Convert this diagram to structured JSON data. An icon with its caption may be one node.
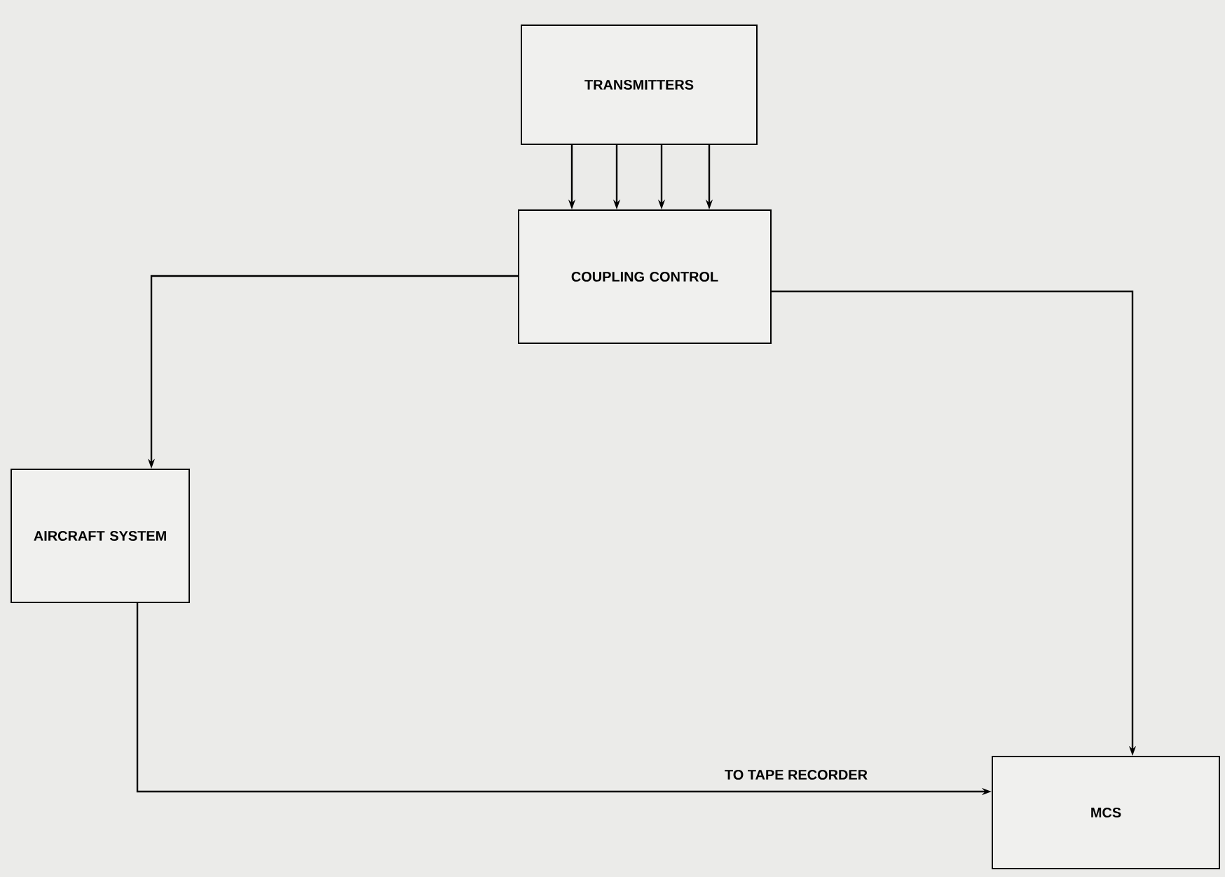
{
  "diagram": {
    "nodes": [
      {
        "text": [
          "TRANSMITTERS"
        ]
      },
      {
        "text": [
          "COUPLING CONTROL"
        ]
      },
      {
        "text": [
          "AIRCRAFT SYSTEM"
        ]
      },
      {
        "text": [
          "MCS"
        ]
      }
    ],
    "edges": [
      {
        "from": 0,
        "to": 1,
        "arrow": "to"
      },
      {
        "from": 0,
        "to": 1,
        "arrow": "to"
      },
      {
        "from": 0,
        "to": 1,
        "arrow": "to"
      },
      {
        "from": 0,
        "to": 1,
        "arrow": "to"
      },
      {
        "from": 1,
        "to": 2,
        "arrow": "to"
      },
      {
        "from": 1,
        "to": 3,
        "arrow": "to"
      },
      {
        "from": 2,
        "to": 3,
        "arrow": "to",
        "label": "TO TAPE RECORDER"
      }
    ]
  }
}
